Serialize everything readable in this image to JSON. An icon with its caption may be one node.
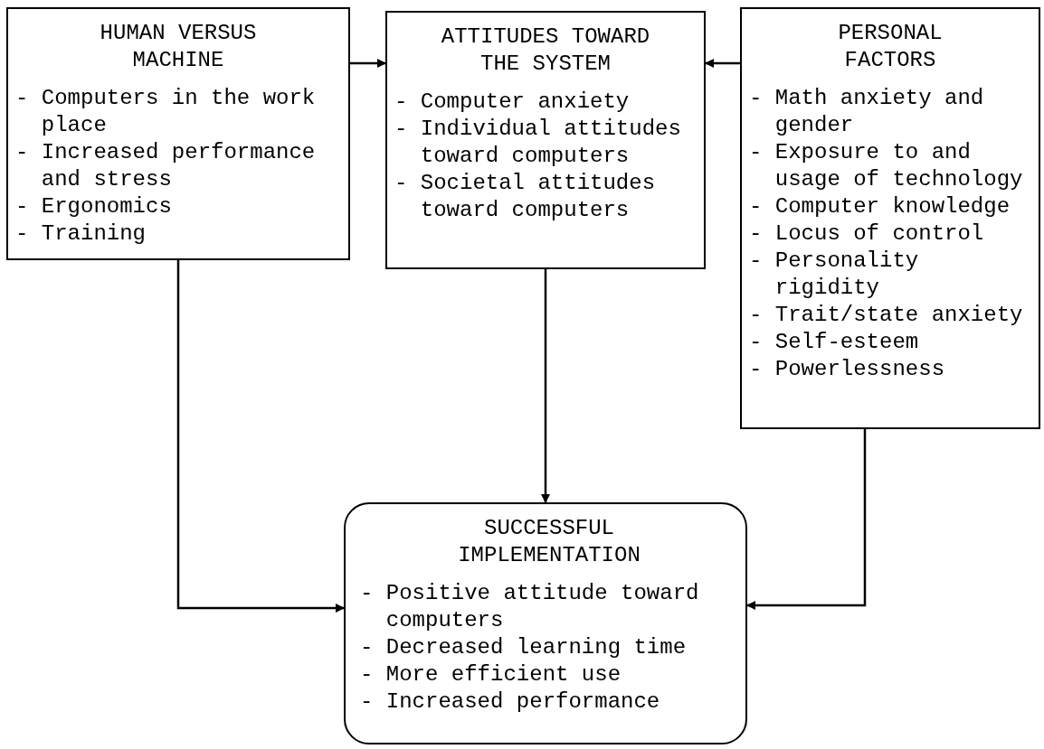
{
  "diagram": {
    "nodes": [
      {
        "text": [
          "HUMAN VERSUS MACHINE",
          "- Computers in the work place",
          "- Increased performance and stress",
          "- Ergonomics",
          "- Training"
        ]
      },
      {
        "text": [
          "ATTITUDES TOWARD THE SYSTEM",
          "- Computer anxiety",
          "- Individual attitudes toward computers",
          "- Societal attitudes toward computers"
        ]
      },
      {
        "text": [
          "PERSONAL FACTORS",
          "- Math anxiety and gender",
          "- Exposure to and usage of technology",
          "- Computer knowledge",
          "- Locus of control",
          "- Personality rigidity",
          "- Trait/state anxiety",
          "- Self-esteem",
          "- Powerlessness"
        ]
      },
      {
        "text": [
          "SUCCESSFUL IMPLEMENTATION",
          "- Positive attitude toward computers",
          "- Decreased learning time",
          "- More efficient use",
          "- Increased performance"
        ]
      }
    ],
    "edges": [
      {
        "from": 0,
        "to": 1,
        "arrow": "to"
      },
      {
        "from": 2,
        "to": 1,
        "arrow": "to"
      },
      {
        "from": 1,
        "to": 3,
        "arrow": "to"
      },
      {
        "from": 0,
        "to": 3,
        "arrow": "to"
      },
      {
        "from": 2,
        "to": 3,
        "arrow": "to"
      }
    ]
  }
}
